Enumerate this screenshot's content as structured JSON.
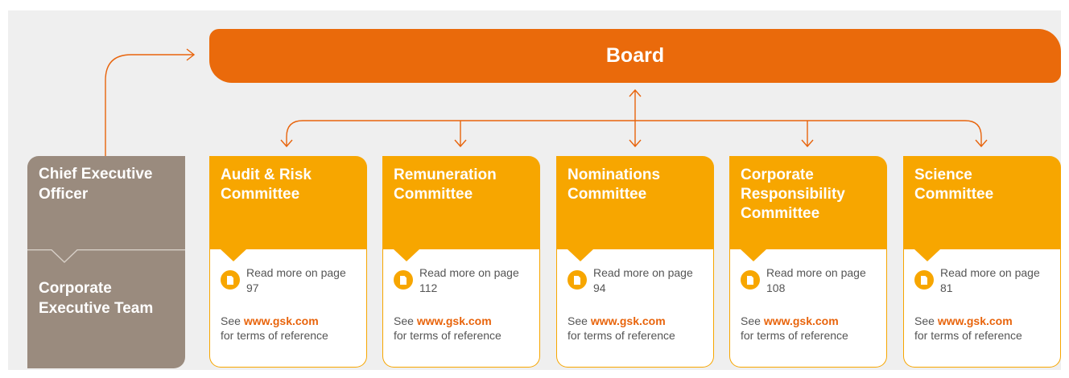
{
  "colors": {
    "board": "#ea6a0b",
    "committee": "#f7a600",
    "executive": "#9a8b7e",
    "link": "#e8640c",
    "background": "#efefef"
  },
  "board": {
    "label": "Board"
  },
  "executive": {
    "ceo_label": "Chief Executive Officer",
    "cet_label": "Corporate Executive Team"
  },
  "committees": [
    {
      "name": "Audit & Risk Committee",
      "read_more": "Read more on page 97",
      "see": "See",
      "link": "www.gsk.com",
      "terms": "for terms of reference"
    },
    {
      "name": "Remuneration Committee",
      "read_more": "Read more on page 112",
      "see": "See",
      "link": "www.gsk.com",
      "terms": "for terms of reference"
    },
    {
      "name": "Nominations Committee",
      "read_more": "Read more on page 94",
      "see": "See",
      "link": "www.gsk.com",
      "terms": "for terms of reference"
    },
    {
      "name": "Corporate Responsibility Committee",
      "read_more": "Read more on page 108",
      "see": "See",
      "link": "www.gsk.com",
      "terms": "for terms of reference"
    },
    {
      "name": "Science Committee",
      "read_more": "Read more on page 81",
      "see": "See",
      "link": "www.gsk.com",
      "terms": "for terms of reference"
    }
  ]
}
